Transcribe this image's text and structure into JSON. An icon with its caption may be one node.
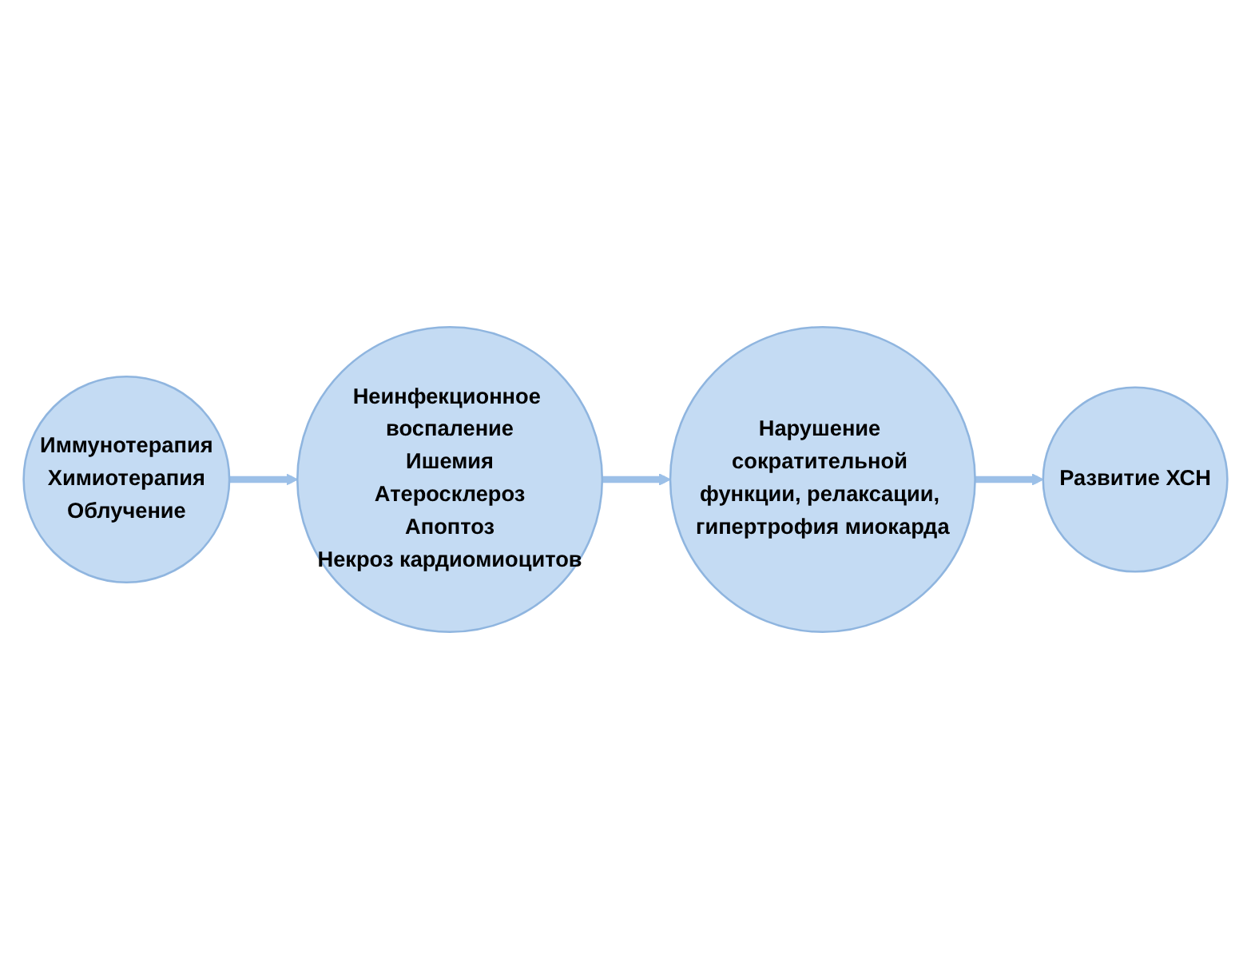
{
  "diagram": {
    "nodes": [
      {
        "text": [
          "Иммунотерапия",
          "Химиотерапия",
          "Облучение"
        ]
      },
      {
        "text": [
          "Развитие ХСН"
        ]
      },
      {
        "text": [
          "Неинфекционное воспаление",
          "Ишемия",
          "Атеросклероз",
          "Апоптоз",
          "Некроз кардиомиоцитов"
        ]
      },
      {
        "text": [
          "Нарушение сократительной функции, релаксации, гипертрофия миокарда"
        ]
      }
    ],
    "edges": [
      {
        "from": 0,
        "to": 2,
        "arrow": "to"
      },
      {
        "from": 2,
        "to": 3,
        "arrow": "to"
      },
      {
        "from": 3,
        "to": 1,
        "arrow": "to"
      }
    ]
  }
}
